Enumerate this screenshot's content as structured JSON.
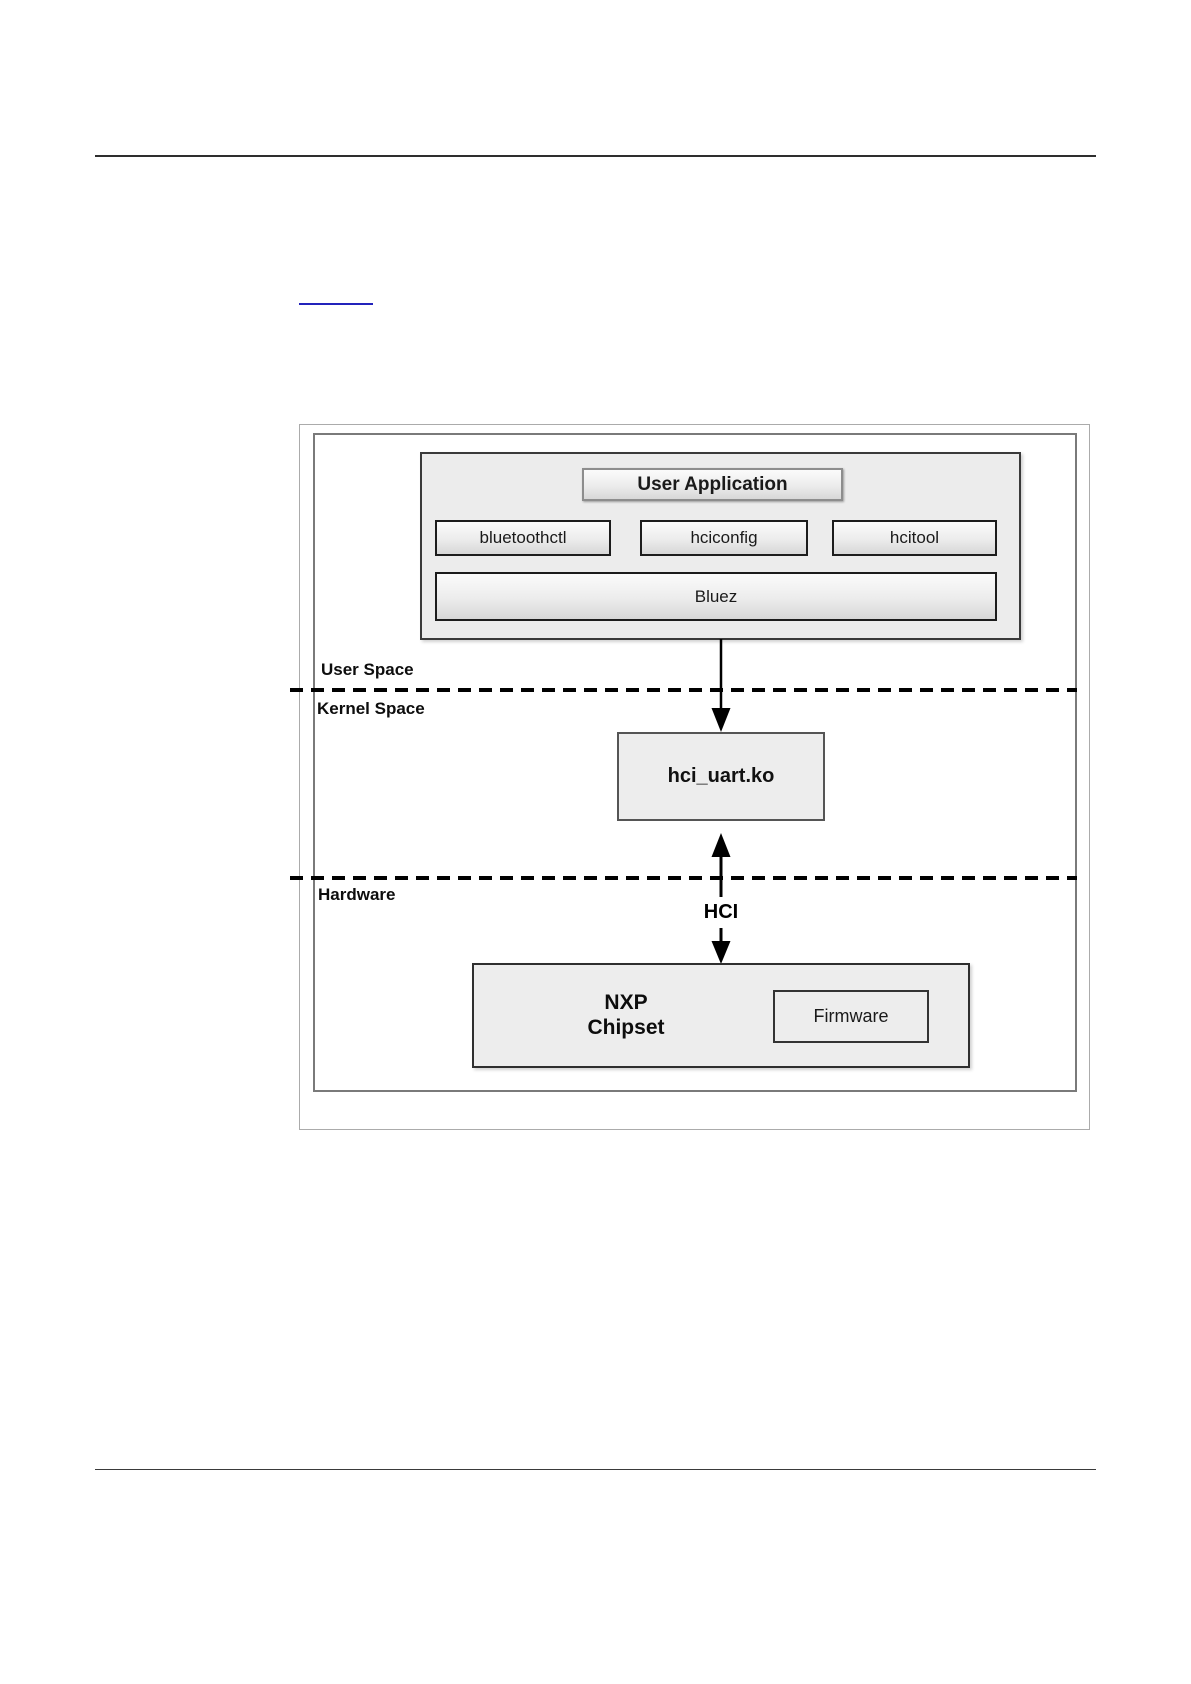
{
  "figure": {
    "link": {
      "underline_color": "#2323bb"
    },
    "zones": {
      "user_space_label": "User Space",
      "kernel_space_label": "Kernel Space",
      "hardware_label": "Hardware"
    },
    "user_space_stack": {
      "user_application": "User Application",
      "tools": [
        "bluetoothctl",
        "hciconfig",
        "hcitool"
      ],
      "bluez": "Bluez"
    },
    "kernel": {
      "driver_module": "hci_uart.ko"
    },
    "hardware": {
      "interface_label": "HCI",
      "chipset_line1": "NXP",
      "chipset_line2": "Chipset",
      "firmware": "Firmware"
    },
    "colors": {
      "box_fill": "#ececec",
      "dashed_line": "#000000",
      "frame_border": "#7a7a7a"
    }
  }
}
